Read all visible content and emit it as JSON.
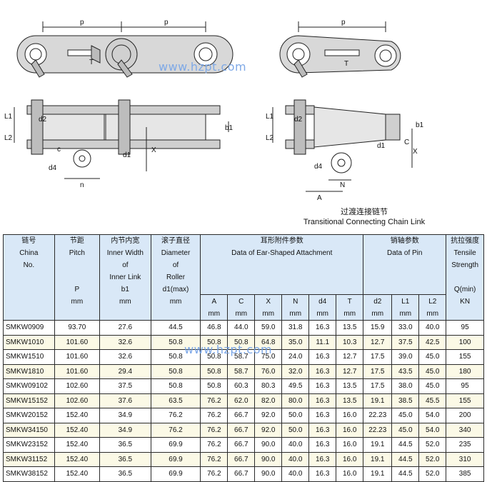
{
  "watermark": "www.hzpt.com",
  "drawing_labels": {
    "p": "p",
    "T": "T",
    "L1": "L1",
    "L2": "L2",
    "d2": "d2",
    "b1": "b1",
    "d1": "d1",
    "X": "X",
    "c": "c",
    "d4": "d4",
    "n": "n",
    "A": "A",
    "N": "N",
    "C": "C"
  },
  "caption": {
    "zh": "过渡连接链节",
    "en": "Transitional Connecting Chain Link"
  },
  "table": {
    "headers": {
      "chain_no": [
        "链号",
        "China",
        "No."
      ],
      "pitch": [
        "节距",
        "Pitch",
        "",
        "",
        "P",
        "mm"
      ],
      "inner_width": [
        "内节内宽",
        "Inner Width",
        "of",
        "Inner Link",
        "b1",
        "mm"
      ],
      "roller": [
        "滚子直径",
        "Diameter",
        "of",
        "Roller",
        "d1(max)",
        "mm"
      ],
      "attachment": [
        "耳形附件参数",
        "Data of Ear-Shaped Attachment"
      ],
      "pin": [
        "销轴参数",
        "Data of Pin"
      ],
      "tensile": [
        "抗拉强度",
        "Tensile",
        "Strength",
        "",
        "Q(min)",
        "KN"
      ],
      "attachment_cols": [
        [
          "A",
          "mm"
        ],
        [
          "C",
          "mm"
        ],
        [
          "X",
          "mm"
        ],
        [
          "N",
          "mm"
        ],
        [
          "d4",
          "mm"
        ],
        [
          "T",
          "mm"
        ]
      ],
      "pin_cols": [
        [
          "d2",
          "mm"
        ],
        [
          "L1",
          "mm"
        ],
        [
          "L2",
          "mm"
        ]
      ]
    },
    "rows": [
      [
        "SMKW0909",
        "93.70",
        "27.6",
        "44.5",
        "46.8",
        "44.0",
        "59.0",
        "31.8",
        "16.3",
        "13.5",
        "15.9",
        "33.0",
        "40.0",
        "95"
      ],
      [
        "SMKW1010",
        "101.60",
        "32.6",
        "50.8",
        "50.8",
        "50.8",
        "64.8",
        "35.0",
        "11.1",
        "10.3",
        "12.7",
        "37.5",
        "42.5",
        "100"
      ],
      [
        "SMKW1510",
        "101.60",
        "32.6",
        "50.8",
        "50.8",
        "58.7",
        "75.0",
        "24.0",
        "16.3",
        "12.7",
        "17.5",
        "39.0",
        "45.0",
        "155"
      ],
      [
        "SMKW1810",
        "101.60",
        "29.4",
        "50.8",
        "50.8",
        "58.7",
        "76.0",
        "32.0",
        "16.3",
        "12.7",
        "17.5",
        "43.5",
        "45.0",
        "180"
      ],
      [
        "SMKW09102",
        "102.60",
        "37.5",
        "50.8",
        "50.8",
        "60.3",
        "80.3",
        "49.5",
        "16.3",
        "13.5",
        "17.5",
        "38.0",
        "45.0",
        "95"
      ],
      [
        "SMKW15152",
        "102.60",
        "37.6",
        "63.5",
        "76.2",
        "62.0",
        "82.0",
        "80.0",
        "16.3",
        "13.5",
        "19.1",
        "38.5",
        "45.5",
        "155"
      ],
      [
        "SMKW20152",
        "152.40",
        "34.9",
        "76.2",
        "76.2",
        "66.7",
        "92.0",
        "50.0",
        "16.3",
        "16.0",
        "22.23",
        "45.0",
        "54.0",
        "200"
      ],
      [
        "SMKW34150",
        "152.40",
        "34.9",
        "76.2",
        "76.2",
        "66.7",
        "92.0",
        "50.0",
        "16.3",
        "16.0",
        "22.23",
        "45.0",
        "54.0",
        "340"
      ],
      [
        "SMKW23152",
        "152.40",
        "36.5",
        "69.9",
        "76.2",
        "66.7",
        "90.0",
        "40.0",
        "16.3",
        "16.0",
        "19.1",
        "44.5",
        "52.0",
        "235"
      ],
      [
        "SMKW31152",
        "152.40",
        "36.5",
        "69.9",
        "76.2",
        "66.7",
        "90.0",
        "40.0",
        "16.3",
        "16.0",
        "19.1",
        "44.5",
        "52.0",
        "310"
      ],
      [
        "SMKW38152",
        "152.40",
        "36.5",
        "69.9",
        "76.2",
        "66.7",
        "90.0",
        "40.0",
        "16.3",
        "16.0",
        "19.1",
        "44.5",
        "52.0",
        "385"
      ]
    ]
  }
}
